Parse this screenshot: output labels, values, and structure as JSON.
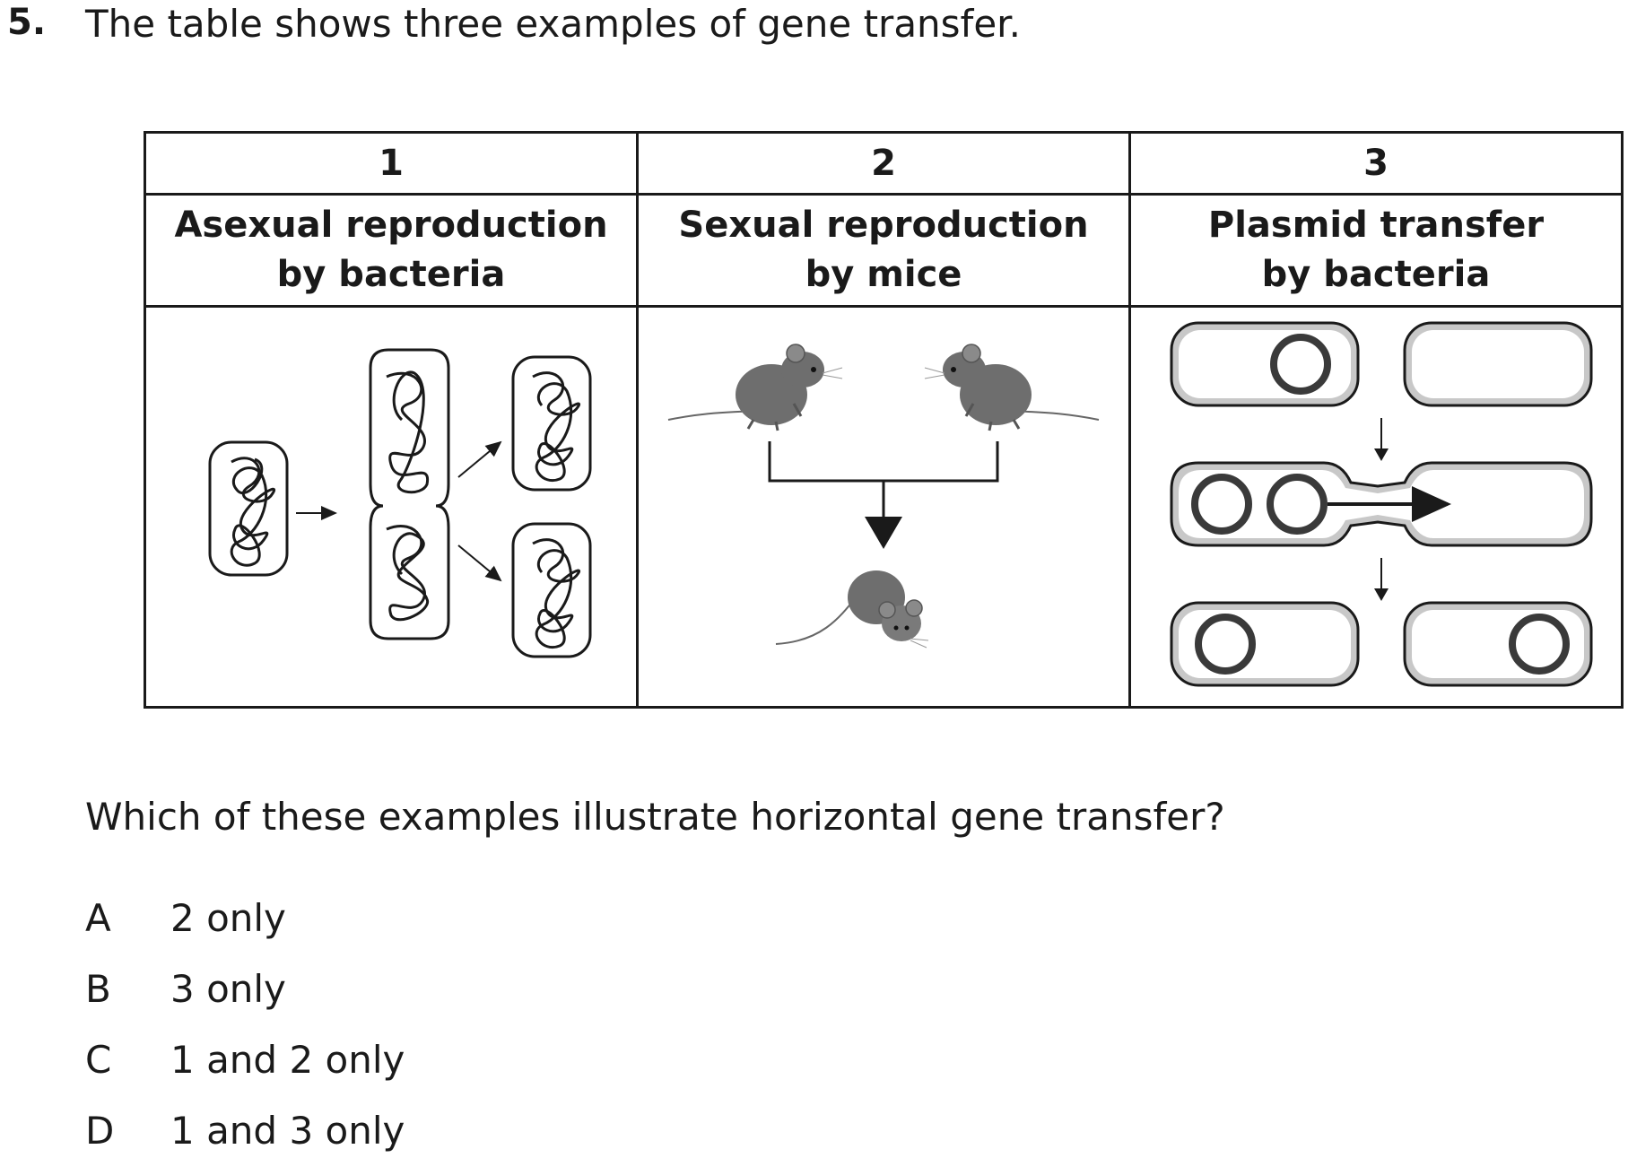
{
  "question": {
    "number": "5.",
    "stem": "The table shows three examples of gene transfer.",
    "prompt": "Which of these examples illustrate horizontal gene transfer?"
  },
  "table": {
    "columns": [
      {
        "number": "1",
        "title_line1": "Asexual reproduction",
        "title_line2": "by bacteria",
        "image": "bacterial-binary-fission-diagram"
      },
      {
        "number": "2",
        "title_line1": "Sexual reproduction",
        "title_line2": "by mice",
        "image": "mice-parents-and-offspring-diagram"
      },
      {
        "number": "3",
        "title_line1": "Plasmid transfer",
        "title_line2": "by bacteria",
        "image": "bacterial-conjugation-plasmid-diagram"
      }
    ]
  },
  "options": [
    {
      "letter": "A",
      "text": "2 only"
    },
    {
      "letter": "B",
      "text": "3 only"
    },
    {
      "letter": "C",
      "text": "1 and 2 only"
    },
    {
      "letter": "D",
      "text": "1 and 3 only"
    }
  ],
  "colors": {
    "ink": "#1a1a1a",
    "cell_wall_grey": "#c8c8c8",
    "mouse_grey": "#6e6e6e"
  }
}
